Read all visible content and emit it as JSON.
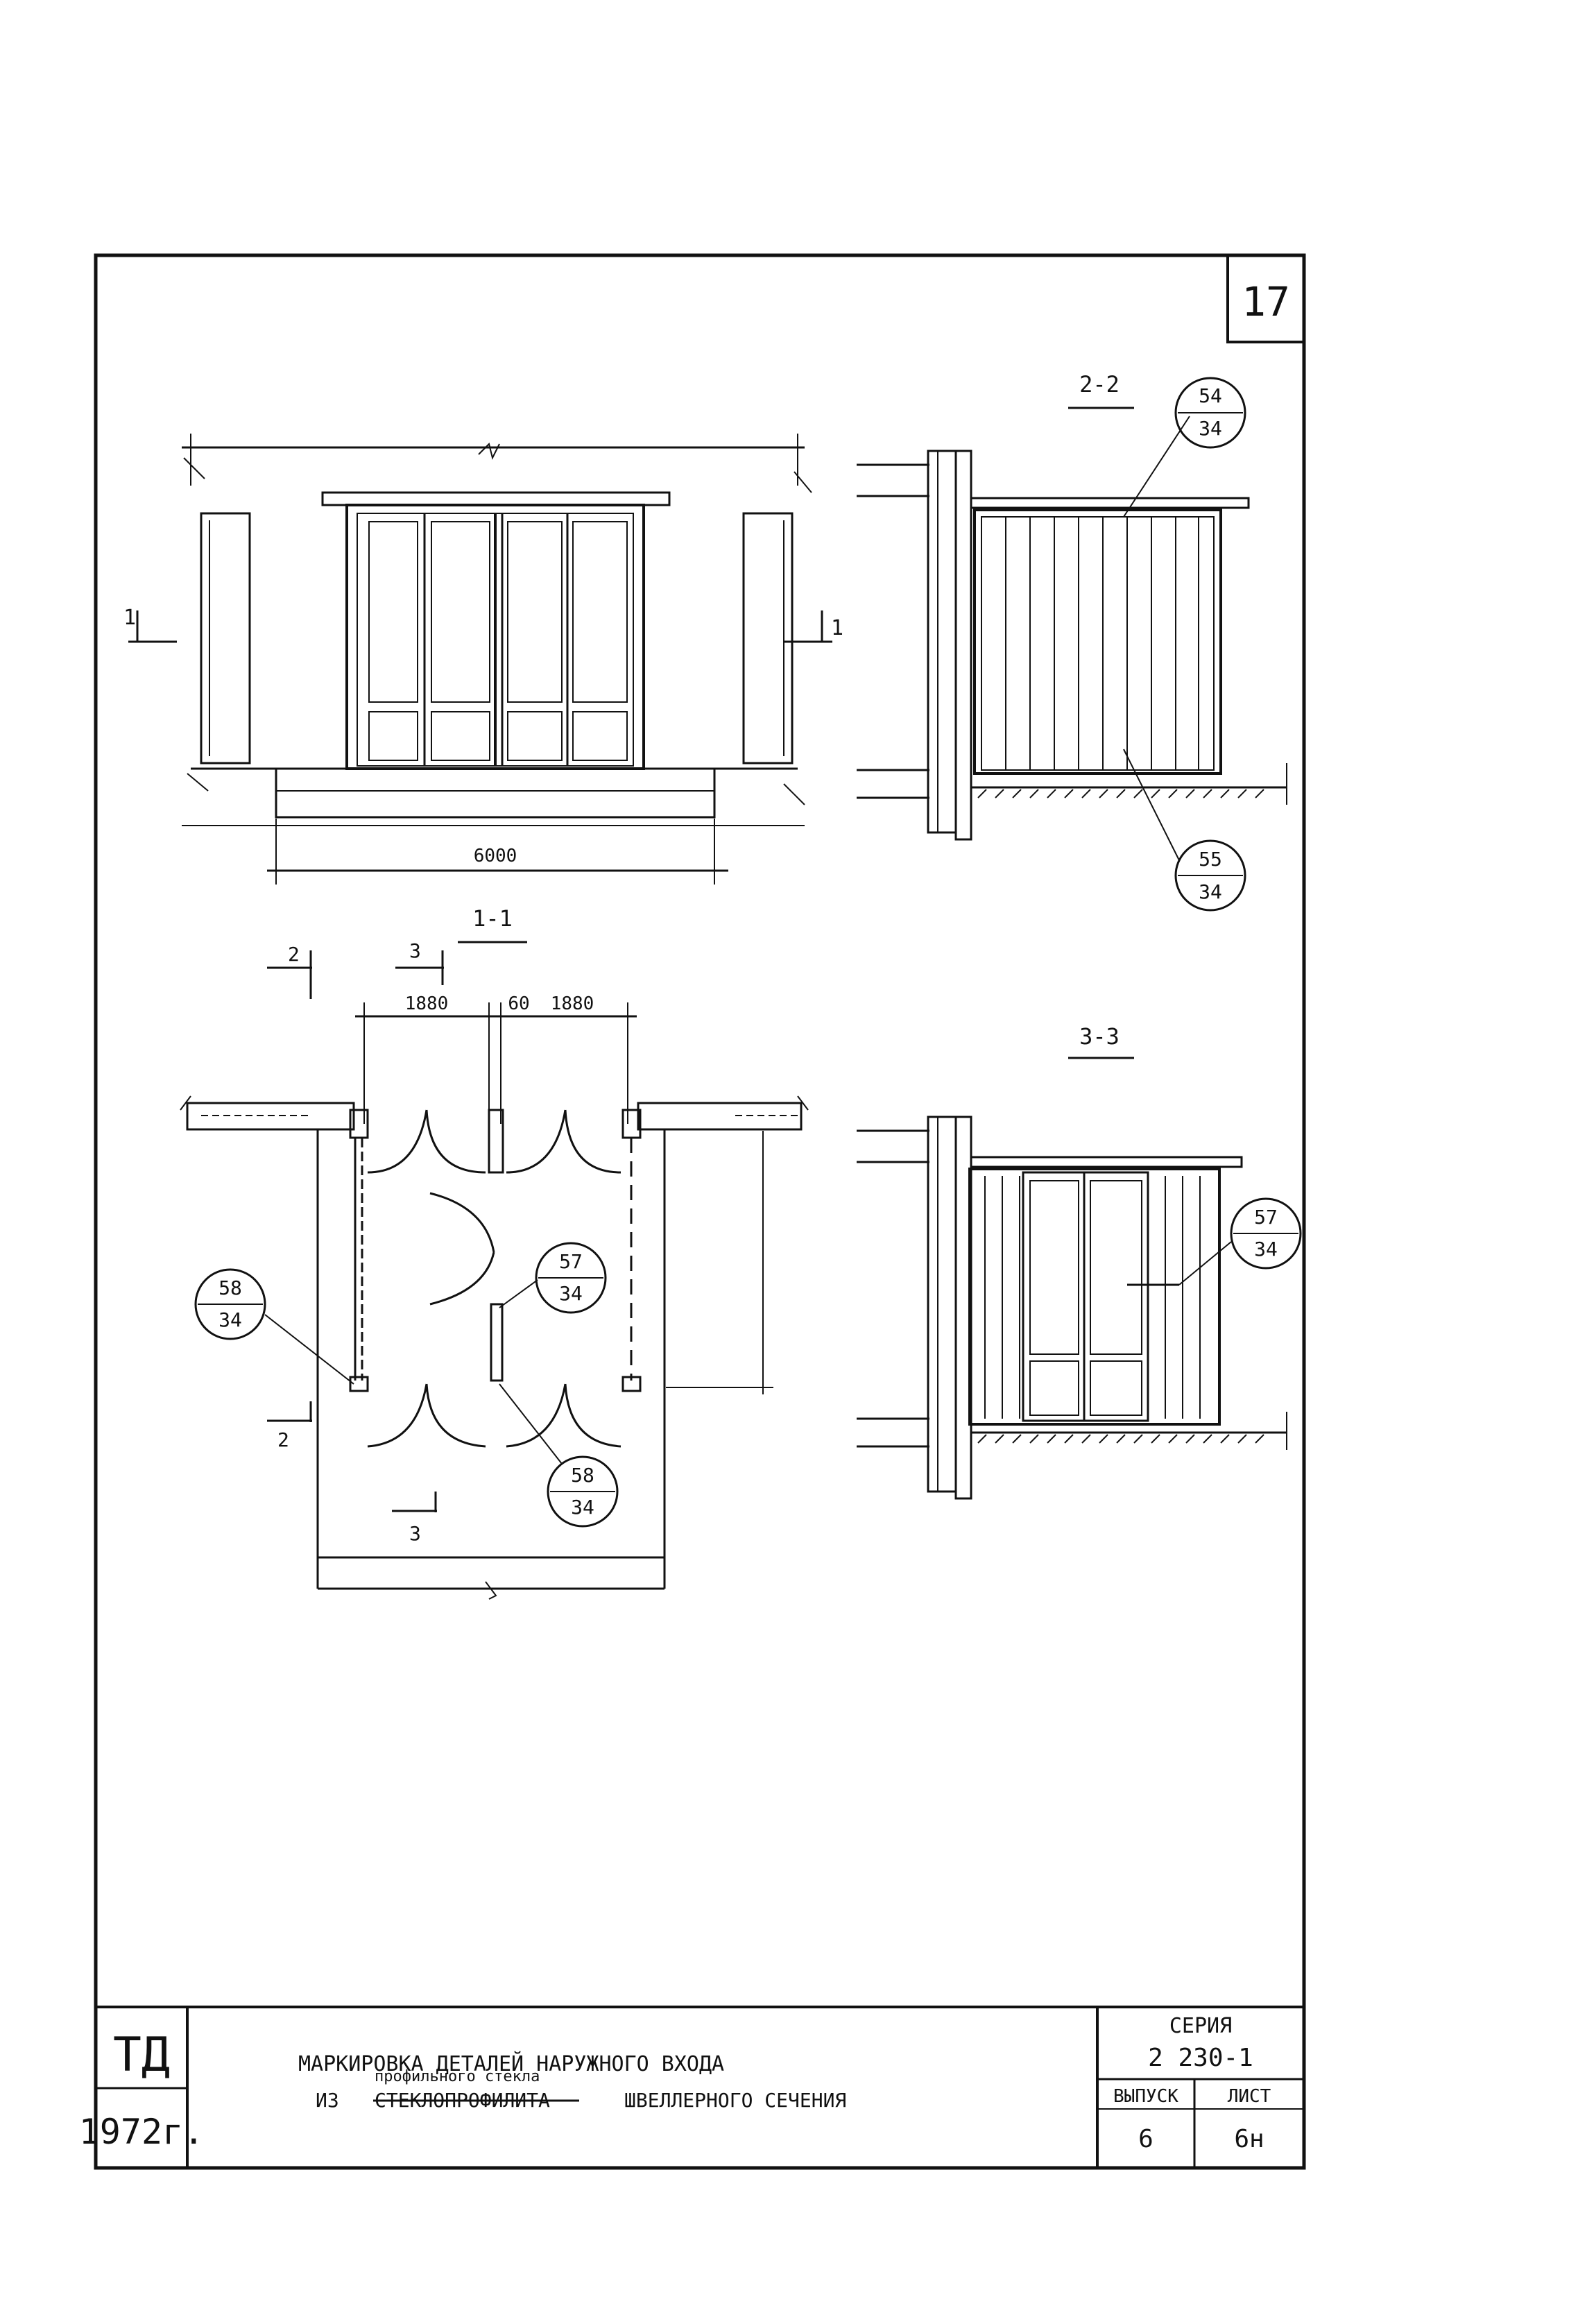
{
  "sheet": {
    "number": "17",
    "stamp_top": "ТД",
    "stamp_year": "1972г.",
    "title_line1": "МАРКИРОВКА   ДЕТАЛЕЙ   НАРУЖНОГО   ВХОДА",
    "title_strike": "СТЕКЛОПРОФИЛИТА",
    "title_insert": "профильного стекла",
    "title_line2_pre": "ИЗ",
    "title_line2_post": "ШВЕЛЛЕРНОГО   СЕЧЕНИЯ",
    "series_label": "СЕРИЯ",
    "series_value": "2 230-1",
    "issue_label": "ВЫПУСК",
    "issue_value": "6",
    "page_label": "ЛИСТ",
    "page_value": "6н"
  },
  "elevation": {
    "dim_total": "6000",
    "cut_mark": "1"
  },
  "plan": {
    "title": "1-1",
    "dim_left": "1880",
    "dim_mid": "60",
    "dim_right": "1880",
    "mark2": "2",
    "mark3": "3"
  },
  "section22": {
    "title": "2-2",
    "tag_top": {
      "num": "54",
      "den": "34"
    },
    "tag_bottom": {
      "num": "55",
      "den": "34"
    }
  },
  "section33": {
    "title": "3-3",
    "tag": {
      "num": "57",
      "den": "34"
    }
  },
  "plan_tags": {
    "left": {
      "num": "58",
      "den": "34"
    },
    "center_top": {
      "num": "57",
      "den": "34"
    },
    "center_bottom": {
      "num": "58",
      "den": "34"
    }
  }
}
